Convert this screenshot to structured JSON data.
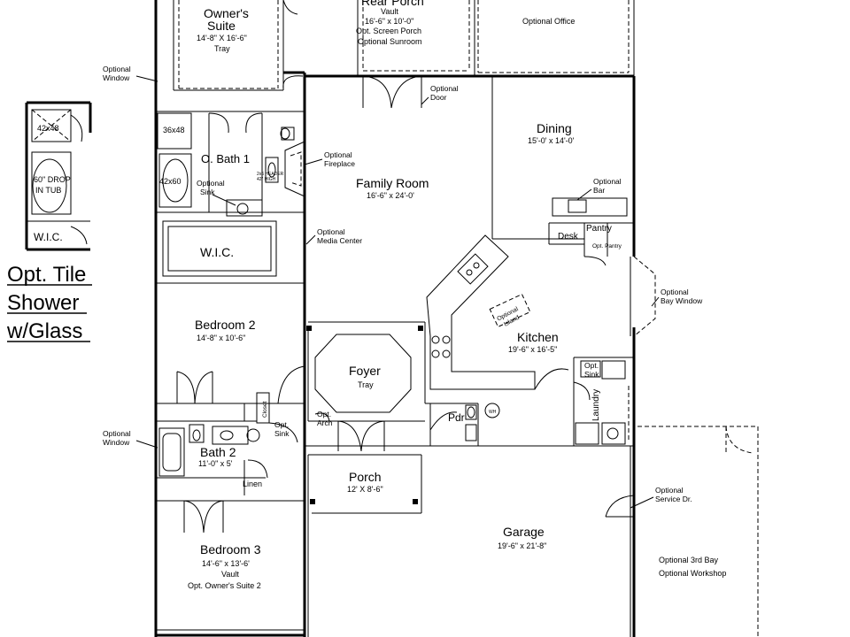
{
  "rooms": {
    "owners_suite": {
      "name": "Owner's",
      "name2": "Suite",
      "dims": "14'-8\" X 16'-6\"",
      "note": "Tray"
    },
    "rear_porch": {
      "name": "Rear Porch",
      "l1": "Vault",
      "l2": "16'-6\" x 10'-0\"",
      "l3": "Opt. Screen Porch",
      "l4": "Optional Sunroom"
    },
    "optional_office": {
      "name": "Optional Office"
    },
    "dining": {
      "name": "Dining",
      "dims": "15'-0' x 14'-0'"
    },
    "family_room": {
      "name": "Family Room",
      "dims": "16'-6\" x 24'-0'"
    },
    "obath1": {
      "name": "O. Bath 1"
    },
    "wic": {
      "name": "W.I.C."
    },
    "bedroom2": {
      "name": "Bedroom 2",
      "dims": "14'-8\" x 10'-6\""
    },
    "foyer": {
      "name": "Foyer",
      "note": "Tray"
    },
    "kitchen": {
      "name": "Kitchen",
      "dims": "19'-6\" x 16'-5\""
    },
    "pantry": {
      "name": "Pantry"
    },
    "desk": {
      "name": "Desk"
    },
    "bath2": {
      "name": "Bath 2",
      "dims": "11'-0\" x 5'"
    },
    "porch": {
      "name": "Porch",
      "dims": "12' X 8'-6\""
    },
    "garage": {
      "name": "Garage",
      "dims": "19'-6\" x 21'-8\""
    },
    "bedroom3": {
      "name": "Bedroom 3",
      "dims": "14'-6\" x 13'-6'",
      "l2": "Vault",
      "l3": "Opt. Owner's Suite 2"
    },
    "laundry": {
      "name": "Laundry"
    },
    "powder": {
      "name": "Pdr"
    },
    "third_bay": {
      "l1": "Optional 3rd Bay",
      "l2": "Optional Workshop"
    }
  },
  "notes": {
    "opt_window_top": [
      "Optional",
      "Window"
    ],
    "opt_window_mid": [
      "Optional",
      "Window"
    ],
    "opt_door": [
      "Optional",
      "Door"
    ],
    "opt_fireplace": [
      "Optional",
      "Fireplace"
    ],
    "opt_media": [
      "Optional",
      "Media Center"
    ],
    "opt_bar": [
      "Optional",
      "Bar"
    ],
    "opt_bay": [
      "Optional",
      "Bay Window"
    ],
    "opt_sink_bath1": [
      "Optional",
      "Sink"
    ],
    "opt_sink_bath2": [
      "Opt.",
      "Sink"
    ],
    "opt_sink_laundry": [
      "Opt.",
      "Sink"
    ],
    "opt_arch": [
      "Opt.",
      "Arch"
    ],
    "opt_service": [
      "Optional",
      "Service Dr."
    ],
    "opt_pantry": "Opt. Pantry",
    "opt_island": [
      "Optional",
      "Island"
    ],
    "closet": "Closet",
    "linen": "Linen",
    "header": [
      "2x6 HEADER",
      "42\" HIGH"
    ],
    "wh": "WH"
  },
  "fixtures": {
    "shower_main": "36x48",
    "tub_main": "42x60",
    "shower_inset": "42x48",
    "tub_inset": [
      "60\" DROP",
      "IN TUB"
    ],
    "wic_inset": "W.I.C."
  },
  "side_caption": [
    "Opt. Tile",
    "Shower",
    "w/Glass"
  ]
}
